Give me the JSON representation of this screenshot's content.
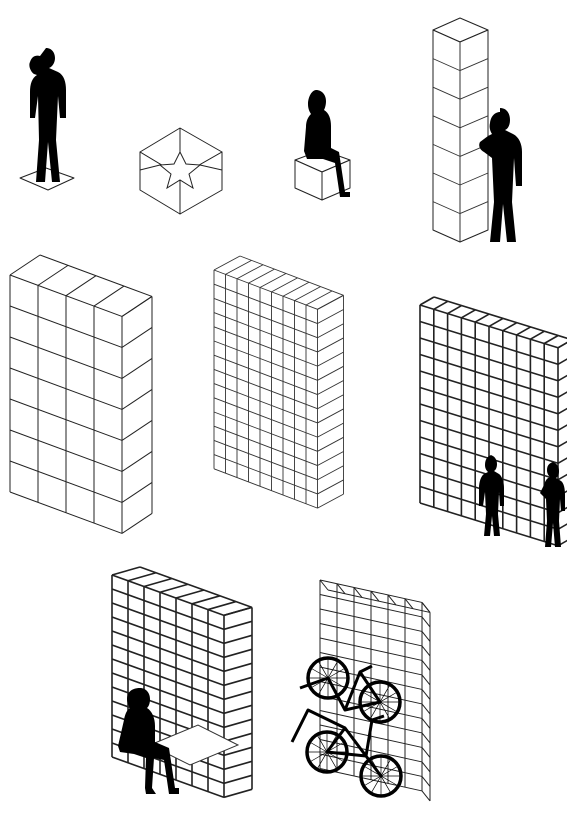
{
  "colors": {
    "background": "#ffffff",
    "ink": "#000000",
    "line": "#222222"
  },
  "panels": [
    {
      "name": "standing-person-on-pad",
      "icon": "person-silhouette-icon"
    },
    {
      "name": "single-cube-module",
      "icon": "star-cube-icon"
    },
    {
      "name": "person-sitting-on-cube",
      "icon": "seated-person-icon"
    },
    {
      "name": "cube-column-with-person",
      "icon": "column-icon"
    },
    {
      "name": "large-grid-wall",
      "icon": "grid-wall-icon"
    },
    {
      "name": "fine-grid-wall",
      "icon": "grid-wall-icon"
    },
    {
      "name": "lattice-wall-with-people",
      "icon": "lattice-wall-icon"
    },
    {
      "name": "lattice-wall-with-bench",
      "icon": "bench-wall-icon"
    },
    {
      "name": "wall-with-bicycles",
      "icon": "bicycle-icon"
    }
  ]
}
